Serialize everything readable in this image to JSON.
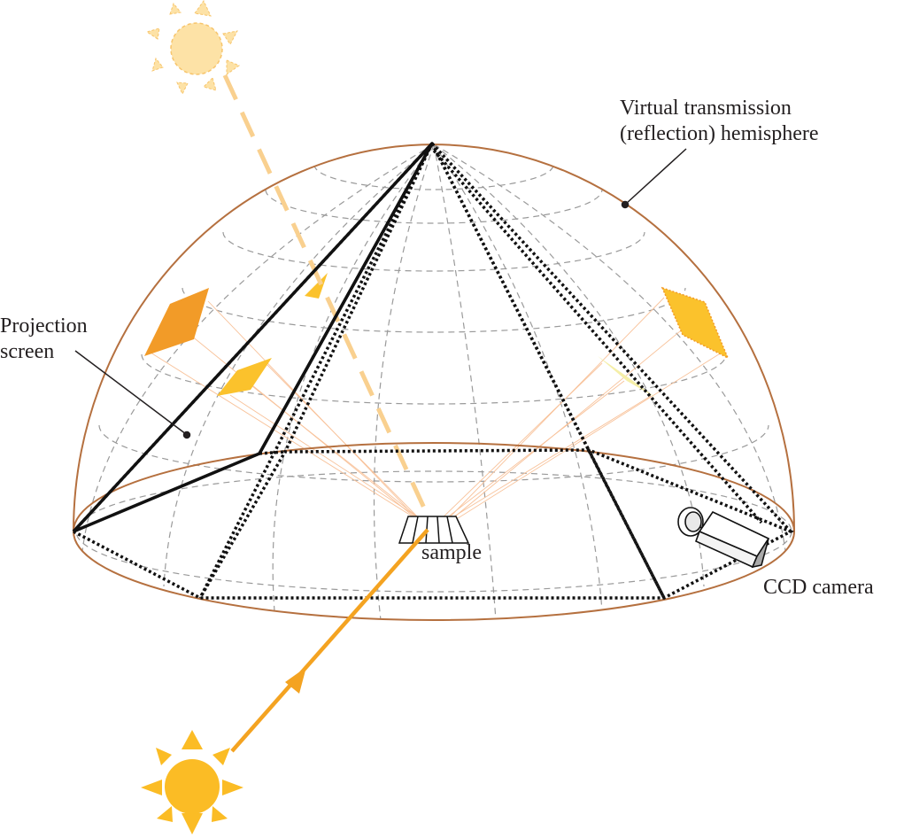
{
  "labels": {
    "hemisphere": [
      "Virtual transmission",
      "(reflection) hemisphere"
    ],
    "projection_screen": [
      "Projection",
      "screen"
    ],
    "sample": "sample",
    "ccd_camera": "CCD camera"
  },
  "colors": {
    "hemisphere_outline": "#b5703f",
    "grid": "#9a9a9a",
    "frame": "#111111",
    "light_source": "#fbbc25",
    "light_source_faded": "#fde2a6",
    "incident_beam": "#f4a321",
    "transmitted_beam": "#f9d08f",
    "patch_dark": "#f29b28",
    "patch_mid": "#fbc22c",
    "patch_light": "#f5efa8",
    "rays": "#f8c29a"
  },
  "icons": {
    "source_front": "sun-icon",
    "source_back": "faded-sun-icon",
    "camera": "ccd-camera-icon"
  }
}
